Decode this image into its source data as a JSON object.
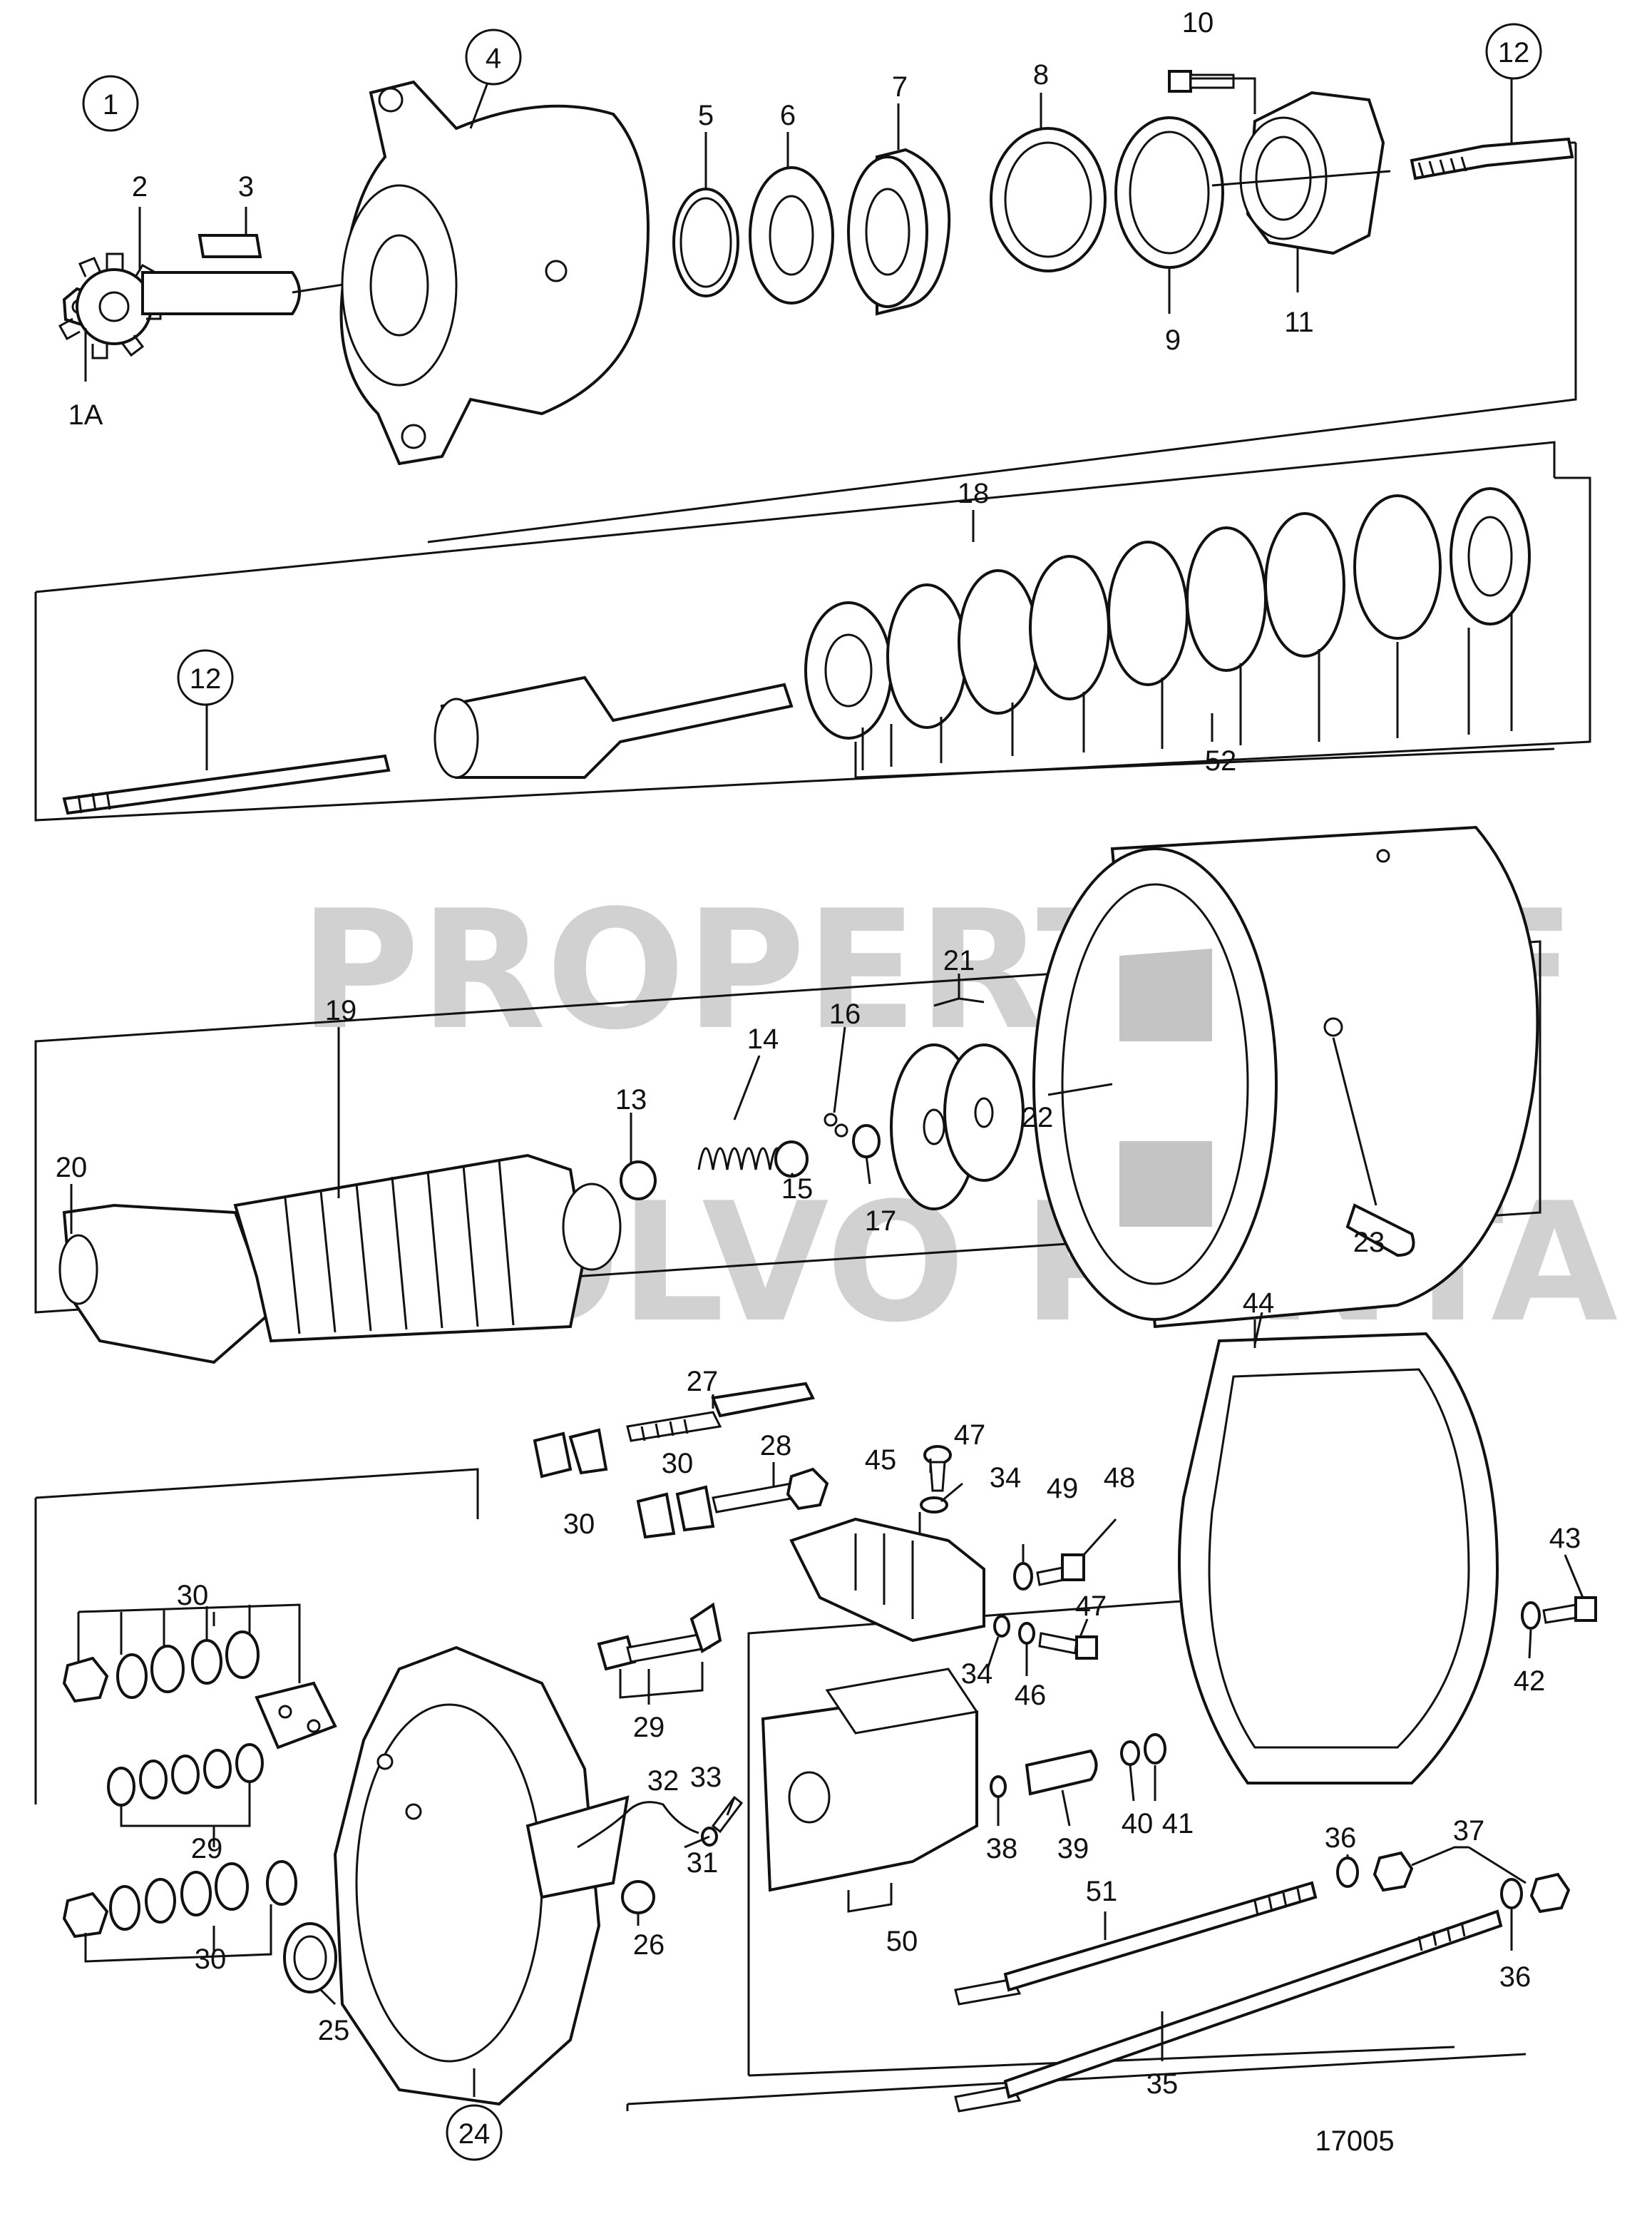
{
  "watermark": {
    "line1": "PROPERTY OF",
    "line2": "VOLVO PENTA"
  },
  "drawing_number": "17005",
  "callouts": [
    {
      "id": "c1",
      "text": "1",
      "circled": true
    },
    {
      "id": "c1A",
      "text": "1A",
      "circled": false
    },
    {
      "id": "c2",
      "text": "2",
      "circled": false
    },
    {
      "id": "c3",
      "text": "3",
      "circled": false
    },
    {
      "id": "c4",
      "text": "4",
      "circled": true
    },
    {
      "id": "c5",
      "text": "5",
      "circled": false
    },
    {
      "id": "c6",
      "text": "6",
      "circled": false
    },
    {
      "id": "c7",
      "text": "7",
      "circled": false
    },
    {
      "id": "c8",
      "text": "8",
      "circled": false
    },
    {
      "id": "c9",
      "text": "9",
      "circled": false
    },
    {
      "id": "c10",
      "text": "10",
      "circled": false
    },
    {
      "id": "c11",
      "text": "11",
      "circled": false
    },
    {
      "id": "c12a",
      "text": "12",
      "circled": true
    },
    {
      "id": "c12b",
      "text": "12",
      "circled": true
    },
    {
      "id": "c13",
      "text": "13",
      "circled": false
    },
    {
      "id": "c14",
      "text": "14",
      "circled": false
    },
    {
      "id": "c15",
      "text": "15",
      "circled": false
    },
    {
      "id": "c16",
      "text": "16",
      "circled": false
    },
    {
      "id": "c17",
      "text": "17",
      "circled": false
    },
    {
      "id": "c18",
      "text": "18",
      "circled": false
    },
    {
      "id": "c19",
      "text": "19",
      "circled": false
    },
    {
      "id": "c20",
      "text": "20",
      "circled": false
    },
    {
      "id": "c21",
      "text": "21",
      "circled": false
    },
    {
      "id": "c22",
      "text": "22",
      "circled": false
    },
    {
      "id": "c23",
      "text": "23",
      "circled": false
    },
    {
      "id": "c24",
      "text": "24",
      "circled": true
    },
    {
      "id": "c25",
      "text": "25",
      "circled": false
    },
    {
      "id": "c26",
      "text": "26",
      "circled": false
    },
    {
      "id": "c27",
      "text": "27",
      "circled": false
    },
    {
      "id": "c28",
      "text": "28",
      "circled": false
    },
    {
      "id": "c29a",
      "text": "29",
      "circled": false
    },
    {
      "id": "c29b",
      "text": "29",
      "circled": false
    },
    {
      "id": "c30a",
      "text": "30",
      "circled": false
    },
    {
      "id": "c30b",
      "text": "30",
      "circled": false
    },
    {
      "id": "c30c",
      "text": "30",
      "circled": false
    },
    {
      "id": "c30d",
      "text": "30",
      "circled": false
    },
    {
      "id": "c31",
      "text": "31",
      "circled": false
    },
    {
      "id": "c32",
      "text": "32",
      "circled": false
    },
    {
      "id": "c33",
      "text": "33",
      "circled": false
    },
    {
      "id": "c34a",
      "text": "34",
      "circled": false
    },
    {
      "id": "c34b",
      "text": "34",
      "circled": false
    },
    {
      "id": "c35",
      "text": "35",
      "circled": false
    },
    {
      "id": "c36a",
      "text": "36",
      "circled": false
    },
    {
      "id": "c36b",
      "text": "36",
      "circled": false
    },
    {
      "id": "c37",
      "text": "37",
      "circled": false
    },
    {
      "id": "c38",
      "text": "38",
      "circled": false
    },
    {
      "id": "c39",
      "text": "39",
      "circled": false
    },
    {
      "id": "c40",
      "text": "40",
      "circled": false
    },
    {
      "id": "c41",
      "text": "41",
      "circled": false
    },
    {
      "id": "c42",
      "text": "42",
      "circled": false
    },
    {
      "id": "c43",
      "text": "43",
      "circled": false
    },
    {
      "id": "c44",
      "text": "44",
      "circled": false
    },
    {
      "id": "c45",
      "text": "45",
      "circled": false
    },
    {
      "id": "c46",
      "text": "46",
      "circled": false
    },
    {
      "id": "c47a",
      "text": "47",
      "circled": false
    },
    {
      "id": "c47b",
      "text": "47",
      "circled": false
    },
    {
      "id": "c48",
      "text": "48",
      "circled": false
    },
    {
      "id": "c49",
      "text": "49",
      "circled": false
    },
    {
      "id": "c50",
      "text": "50",
      "circled": false
    },
    {
      "id": "c51",
      "text": "51",
      "circled": false
    },
    {
      "id": "c52",
      "text": "52",
      "circled": false
    }
  ]
}
